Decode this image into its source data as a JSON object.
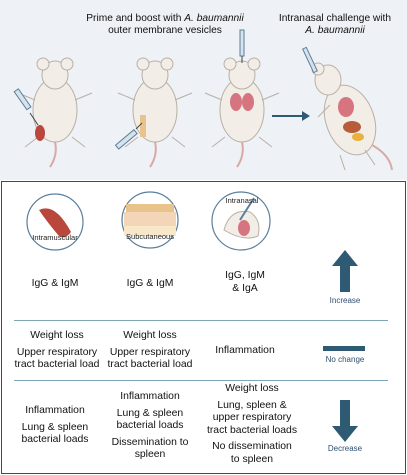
{
  "top": {
    "title_left_line1": "Prime and boost with",
    "title_left_italic": "A. baumannii",
    "title_left_line2": "outer membrane vesicles",
    "title_right_line1": "Intranasal challenge with",
    "title_right_italic": "A. baumannii"
  },
  "routes": [
    {
      "label": "Intramuscular"
    },
    {
      "label": "Subcutaneous"
    },
    {
      "label": "Intranasal"
    }
  ],
  "rows": {
    "increase": {
      "label": "Increase",
      "cells": [
        [
          "IgG & IgM"
        ],
        [
          "IgG & IgM"
        ],
        [
          "IgG, IgM",
          "& IgA"
        ]
      ]
    },
    "no_change": {
      "label": "No change",
      "cells": [
        [
          "Weight loss",
          "Upper respiratory",
          "tract bacterial load"
        ],
        [
          "Weight loss",
          "Upper respiratory",
          "tract bacterial load"
        ],
        [
          "Inflammation"
        ]
      ]
    },
    "decrease": {
      "label": "Decrease",
      "cells": [
        [
          "Inflammation",
          "Lung & spleen",
          "bacterial loads"
        ],
        [
          "Inflammation",
          "Lung & spleen",
          "bacterial loads",
          "Dissemination to",
          "spleen"
        ],
        [
          "Weight loss",
          "Lung, spleen &",
          "upper respiratory",
          "tract bacterial loads",
          "No dissemination",
          "to spleen"
        ]
      ]
    }
  },
  "colors": {
    "arrow_dark": "#2f5a73",
    "mouse": "#f2ede6",
    "mouse_outline": "#b8b0a6",
    "muscle": "#b9473b",
    "skin": "#e9c38c",
    "lung": "#d6757f",
    "divider": "#7fa5b8"
  }
}
